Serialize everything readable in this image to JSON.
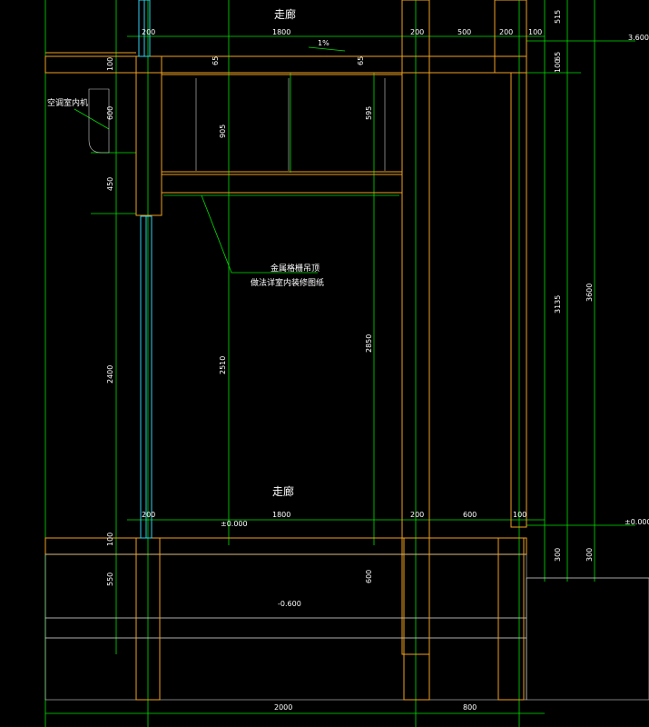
{
  "labels": {
    "corridor_top": "走廊",
    "corridor_bottom": "走廊",
    "ac_unit": "空调室内机",
    "ceiling_line1": "金属格栅吊顶",
    "ceiling_line2": "做法详室内装修图纸",
    "slope": "1%"
  },
  "elevations": {
    "top_right": "3.600",
    "floor_right": "±0.000",
    "floor_mid": "±0.000",
    "basement": "-0.600"
  },
  "dims": {
    "top_h": [
      "200",
      "1800",
      "200",
      "500",
      "200",
      "100"
    ],
    "floor_h": [
      "200",
      "1800",
      "200",
      "600",
      "100"
    ],
    "bottom_h": [
      "2000",
      "800"
    ],
    "left_v": [
      "100",
      "600",
      "450",
      "2400",
      "550",
      "100"
    ],
    "right_v": [
      "515",
      "65",
      "100",
      "3135",
      "3600",
      "300",
      "300"
    ],
    "inner": [
      "65",
      "65",
      "905",
      "595",
      "2510",
      "2850",
      "600"
    ]
  },
  "colors": {
    "background": "#000000",
    "dimension_line": "#00e000",
    "wall_outline": "#f0a020",
    "glass": "#30d0f0",
    "hatch": "#cfcfcf"
  }
}
